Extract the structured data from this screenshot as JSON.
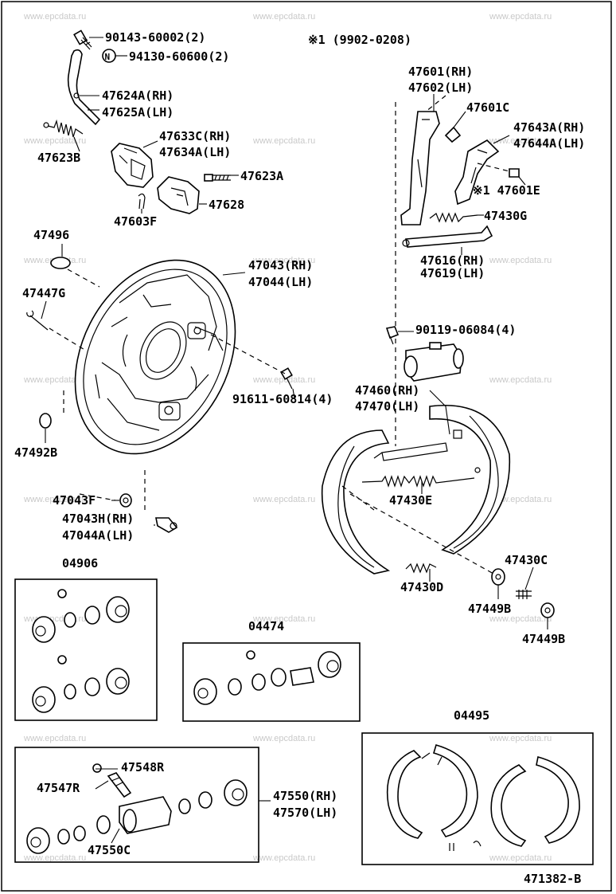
{
  "watermark": "www.epcdata.ru",
  "note": "※1 (9902-0208)",
  "diagram_id": "471382-B",
  "labels": {
    "p90143": "90143-60002(2)",
    "p94130": "94130-60600(2)",
    "n_mark": "N",
    "p47624": "47624A(RH)",
    "p47625": "47625A(LH)",
    "p47623b": "47623B",
    "p47633": "47633C(RH)",
    "p47634": "47634A(LH)",
    "p47623a": "47623A",
    "p47603": "47603F",
    "p47628": "47628",
    "p47496": "47496",
    "p47447": "47447G",
    "p47043": "47043(RH)",
    "p47044": "47044(LH)",
    "p91611": "91611-60814(4)",
    "p47492": "47492B",
    "p47043f": "47043F",
    "p47043h": "47043H(RH)",
    "p47044a": "47044A(LH)",
    "p04906": "04906",
    "p04474": "04474",
    "p47601": "47601(RH)",
    "p47602": "47602(LH)",
    "p47601c": "47601C",
    "p47643": "47643A(RH)",
    "p47644": "47644A(LH)",
    "p47601e": "※1 47601E",
    "p47430g": "47430G",
    "p47616": "47616(RH)",
    "p47619": "47619(LH)",
    "p90119": "90119-06084(4)",
    "p47460": "47460(RH)",
    "p47470": "47470(LH)",
    "p47430e": "47430E",
    "p47430c": "47430C",
    "p47430d": "47430D",
    "p47449b1": "47449B",
    "p47449b2": "47449B",
    "p04495": "04495",
    "p47548": "47548R",
    "p47547": "47547R",
    "p47550c": "47550C",
    "p47550": "47550(RH)",
    "p47570": "47570(LH)"
  }
}
